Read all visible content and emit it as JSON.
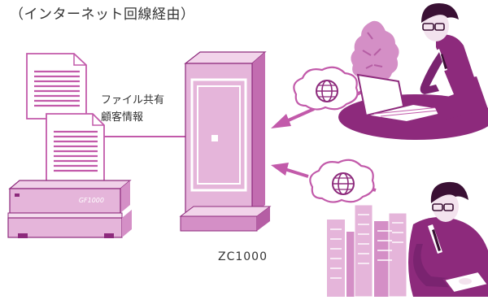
{
  "caption": "（インターネット回線経由）",
  "files_label": {
    "line1": "ファイル共有",
    "line2": "顧客情報"
  },
  "server_label": "GF1000",
  "device_label": "ZC1000",
  "colors": {
    "accent": "#8d2a7c",
    "light": "#e5b5da",
    "mid": "#d48fc6",
    "dark": "#6e1f62",
    "line": "#c25aaa"
  },
  "icons": [
    "document-icon",
    "server-icon",
    "firewall-device-icon",
    "cloud-globe-icon",
    "tree-icon",
    "city-buildings-icon",
    "person-laptop-icon",
    "person-tablet-icon"
  ]
}
